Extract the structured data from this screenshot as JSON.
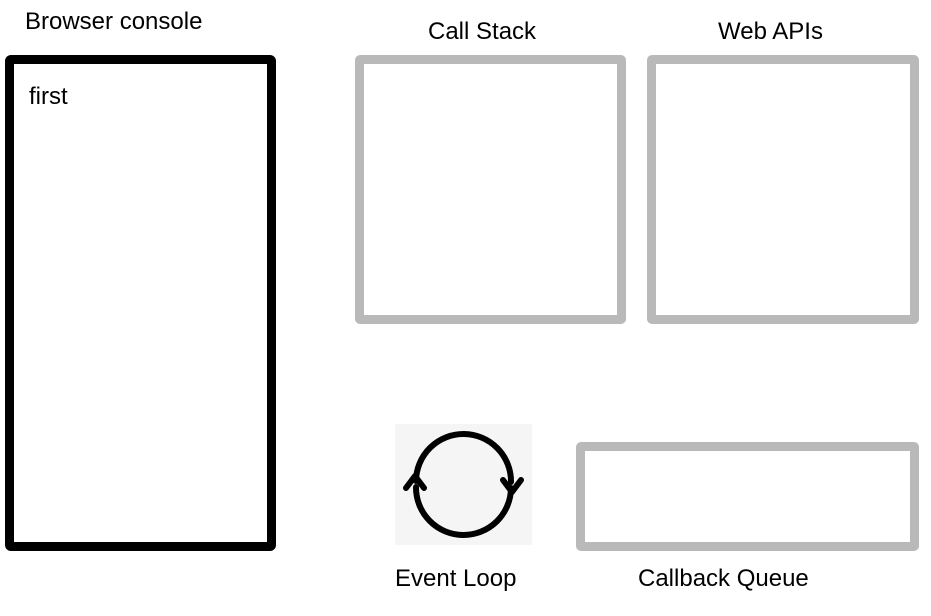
{
  "console": {
    "title": "Browser console",
    "lines": [
      "first"
    ],
    "border_color": "#000000"
  },
  "call_stack": {
    "title": "Call Stack",
    "border_color": "#b9b9b9"
  },
  "web_apis": {
    "title": "Web APIs",
    "border_color": "#b9b9b9"
  },
  "event_loop": {
    "title": "Event Loop",
    "icon": "refresh-cycle-icon"
  },
  "callback_queue": {
    "title": "Callback Queue",
    "border_color": "#b9b9b9"
  }
}
